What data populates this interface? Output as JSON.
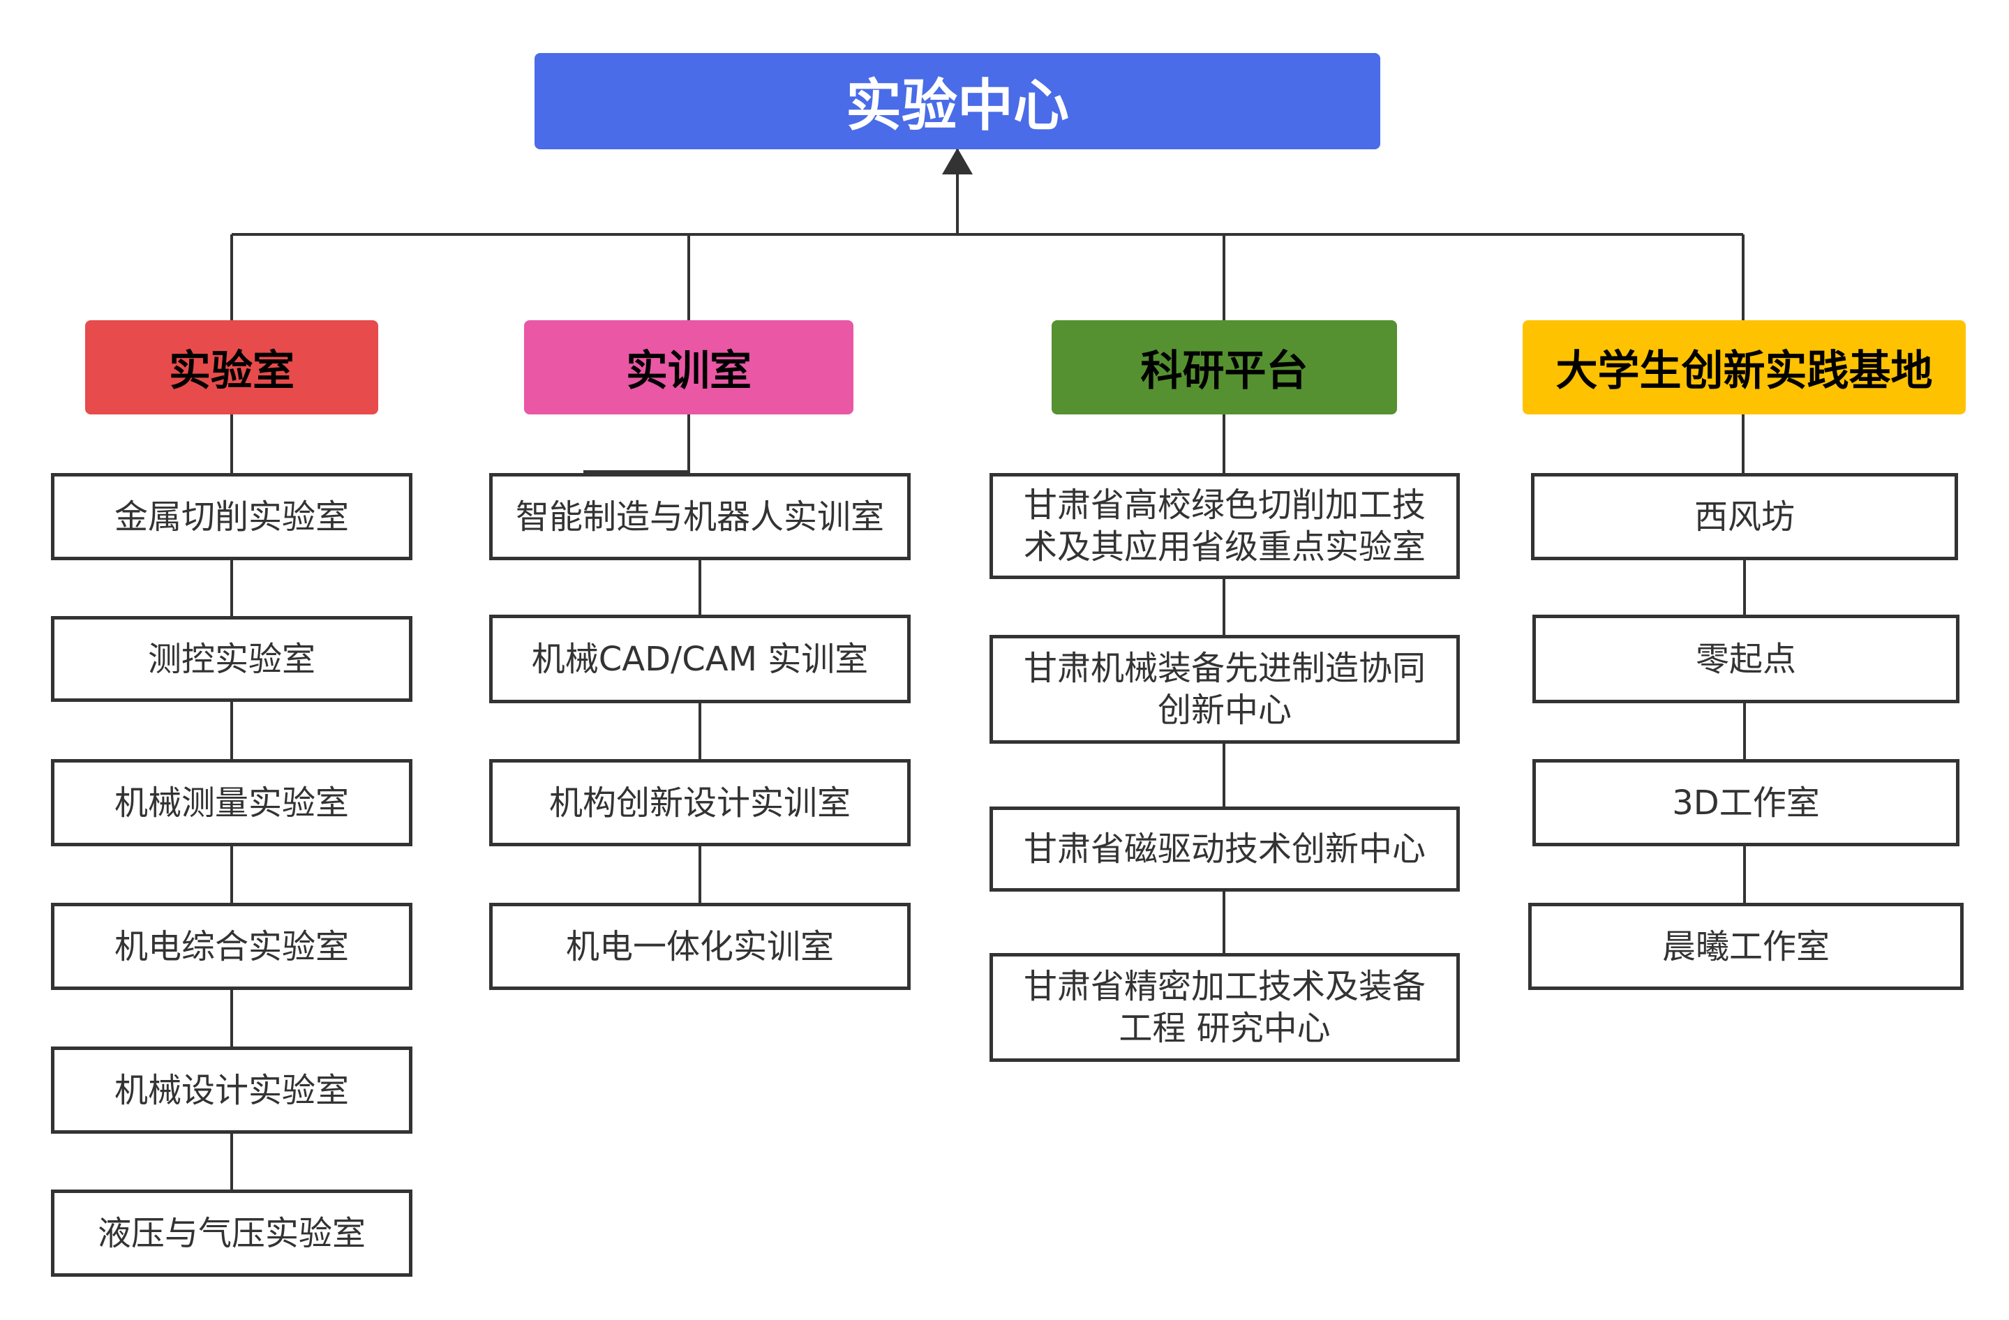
{
  "root": {
    "label": "实验中心"
  },
  "categories": [
    {
      "label": "实验室",
      "color": "#E84B4B",
      "items": [
        "金属切削实验室",
        "测控实验室",
        "机械测量实验室",
        "机电综合实验室",
        "机械设计实验室",
        "液压与气压实验室"
      ]
    },
    {
      "label": "实训室",
      "color": "#E957A5",
      "items": [
        "智能制造与机器人实训室",
        "机械CAD/CAM 实训室",
        "机构创新设计实训室",
        "机电一体化实训室"
      ]
    },
    {
      "label": "科研平台",
      "color": "#559130",
      "items": [
        "甘肃省高校绿色切削加工技\n术及其应用省级重点实验室",
        "甘肃机械装备先进制造协同\n创新中心",
        "甘肃省磁驱动技术创新中心",
        "甘肃省精密加工技术及装备\n工程 研究中心"
      ]
    },
    {
      "label": "大学生创新实践基地",
      "color": "#FFC200",
      "items": [
        "西风坊",
        "零起点",
        "3D工作室",
        "晨曦工作室"
      ]
    }
  ],
  "colors": {
    "root": "#4A6CE8",
    "line": "#333333"
  }
}
